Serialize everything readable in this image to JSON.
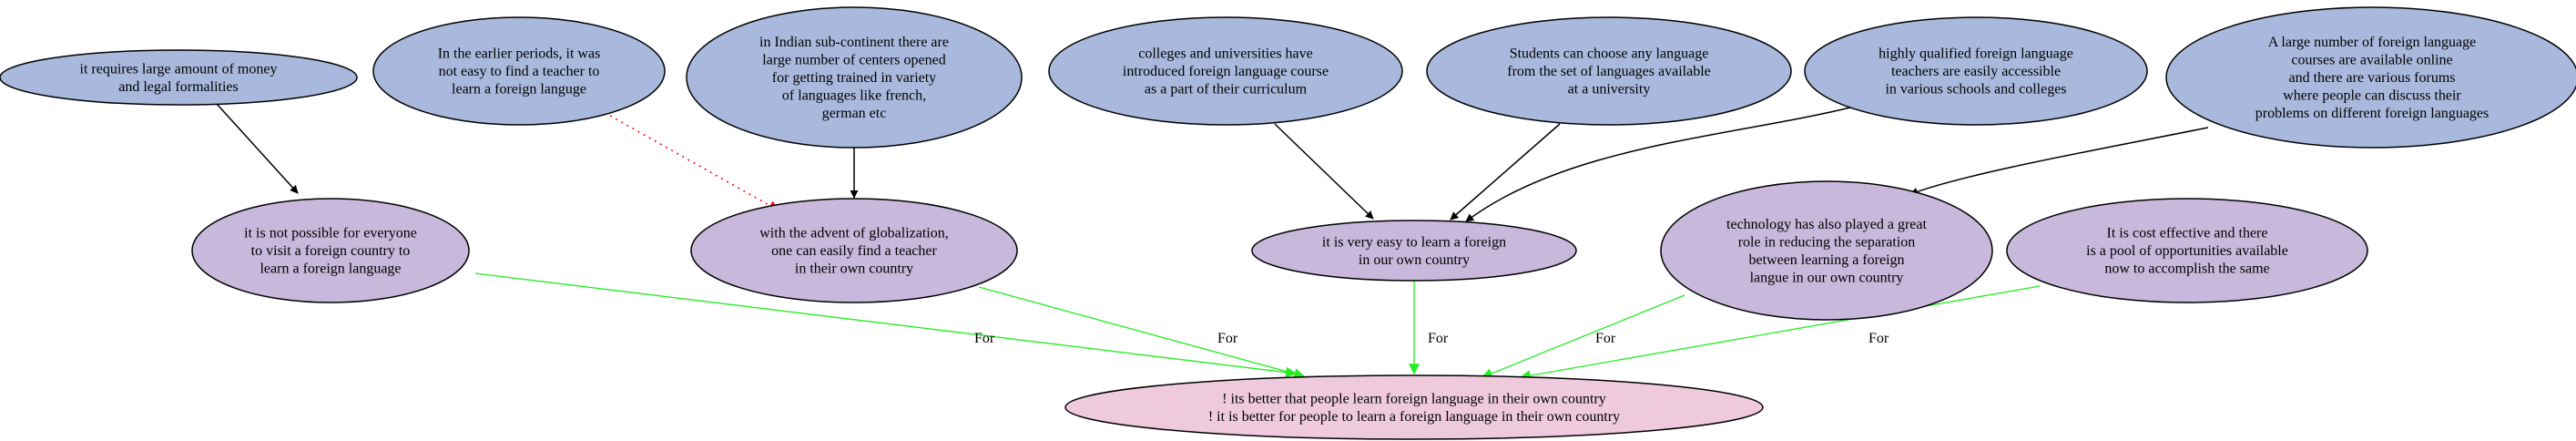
{
  "colors": {
    "premise_fill": "#a9b9dd",
    "claim_fill": "#c8b8dc",
    "conclusion_fill": "#eecadc",
    "support_edge": "#000000",
    "for_edge": "#22ee22",
    "dotted_edge": "#ee1111"
  },
  "nodes": [
    {
      "id": "n1",
      "kind": "premise",
      "lines": [
        "it requires large amount of money",
        "and legal formalities"
      ]
    },
    {
      "id": "n2",
      "kind": "premise",
      "lines": [
        "In the earlier periods, it was",
        "not easy to find a teacher to",
        "learn a foreign languge"
      ]
    },
    {
      "id": "n3",
      "kind": "premise",
      "lines": [
        "in Indian sub-continent there are",
        "large number of centers opened",
        "for getting trained in variety",
        "of languages like french,",
        "german etc"
      ]
    },
    {
      "id": "n4",
      "kind": "premise",
      "lines": [
        "colleges and universities have",
        "introduced foreign language course",
        "as a part of their curriculum"
      ]
    },
    {
      "id": "n5",
      "kind": "premise",
      "lines": [
        "Students can choose any language",
        "from the set of languages available",
        "at a university"
      ]
    },
    {
      "id": "n6",
      "kind": "premise",
      "lines": [
        "highly qualified foreign language",
        "teachers are easily accessible",
        "in various schools and colleges"
      ]
    },
    {
      "id": "n7",
      "kind": "premise",
      "lines": [
        "A large number of foreign language",
        "courses are available online",
        "and there are various forums",
        "where people can discuss their",
        "problems on different foreign languages"
      ]
    },
    {
      "id": "c1",
      "kind": "claim",
      "lines": [
        "it is not possible for everyone",
        "to visit a foreign country to",
        "learn a foreign language"
      ]
    },
    {
      "id": "c2",
      "kind": "claim",
      "lines": [
        "with the advent of globalization,",
        "one can easily find a teacher",
        "in their own country"
      ]
    },
    {
      "id": "c3",
      "kind": "claim",
      "lines": [
        "it is very easy to learn a foreign",
        "in our own country"
      ]
    },
    {
      "id": "c4",
      "kind": "claim",
      "lines": [
        "technology has also played a great",
        "role in reducing the separation",
        "between learning a foreign",
        "langue in our own country"
      ]
    },
    {
      "id": "c5",
      "kind": "claim",
      "lines": [
        "It is cost effective and there",
        "is a pool of opportunities available",
        "now to accomplish the same"
      ]
    },
    {
      "id": "root",
      "kind": "conclusion",
      "lines": [
        "! its better that people learn foreign language in their own country",
        "! it is better for people to learn a foreign language in their own country"
      ]
    }
  ],
  "edges": [
    {
      "from": "n1",
      "to": "c1",
      "style": "support",
      "label": ""
    },
    {
      "from": "n2",
      "to": "c2",
      "style": "dotted",
      "label": ""
    },
    {
      "from": "n3",
      "to": "c2",
      "style": "support",
      "label": ""
    },
    {
      "from": "n4",
      "to": "c3",
      "style": "support",
      "label": ""
    },
    {
      "from": "n5",
      "to": "c3",
      "style": "support",
      "label": ""
    },
    {
      "from": "n6",
      "to": "c3",
      "style": "support",
      "label": ""
    },
    {
      "from": "n7",
      "to": "c4",
      "style": "support",
      "label": ""
    },
    {
      "from": "c1",
      "to": "root",
      "style": "for",
      "label": "For"
    },
    {
      "from": "c2",
      "to": "root",
      "style": "for",
      "label": "For"
    },
    {
      "from": "c3",
      "to": "root",
      "style": "for",
      "label": "For"
    },
    {
      "from": "c4",
      "to": "root",
      "style": "for",
      "label": "For"
    },
    {
      "from": "c5",
      "to": "root",
      "style": "for",
      "label": "For"
    }
  ]
}
